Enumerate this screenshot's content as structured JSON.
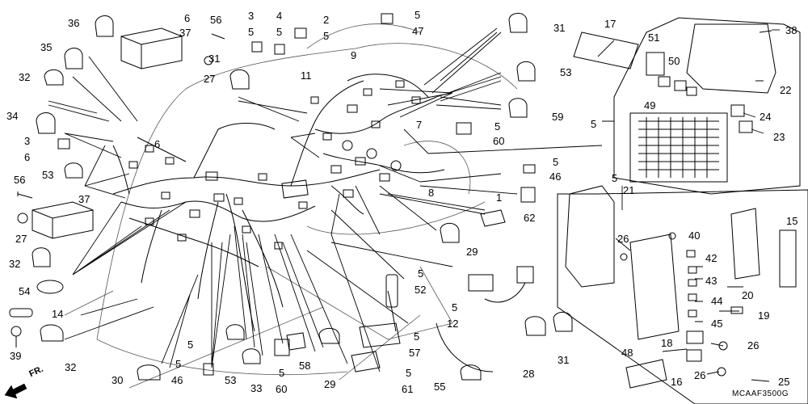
{
  "diagram": {
    "code": "MCAAF3500G",
    "direction_label": "FR.",
    "labels": [
      "36",
      "6",
      "37",
      "56",
      "3",
      "5",
      "4",
      "5",
      "2",
      "5",
      "5",
      "47",
      "31",
      "35",
      "27",
      "31",
      "9",
      "11",
      "53",
      "32",
      "34",
      "3",
      "6",
      "6",
      "7",
      "5",
      "60",
      "59",
      "56",
      "53",
      "37",
      "27",
      "32",
      "54",
      "14",
      "39",
      "32",
      "30",
      "5",
      "46",
      "5",
      "53",
      "33",
      "5",
      "60",
      "58",
      "29",
      "5",
      "61",
      "5",
      "57",
      "5",
      "52",
      "5",
      "12",
      "55",
      "28",
      "31",
      "29",
      "1",
      "62",
      "8",
      "5",
      "46",
      "17",
      "51",
      "50",
      "49",
      "38",
      "22",
      "5",
      "24",
      "23",
      "5",
      "21",
      "26",
      "40",
      "42",
      "43",
      "44",
      "45",
      "20",
      "15",
      "19",
      "18",
      "26",
      "48",
      "16",
      "26",
      "25"
    ]
  }
}
